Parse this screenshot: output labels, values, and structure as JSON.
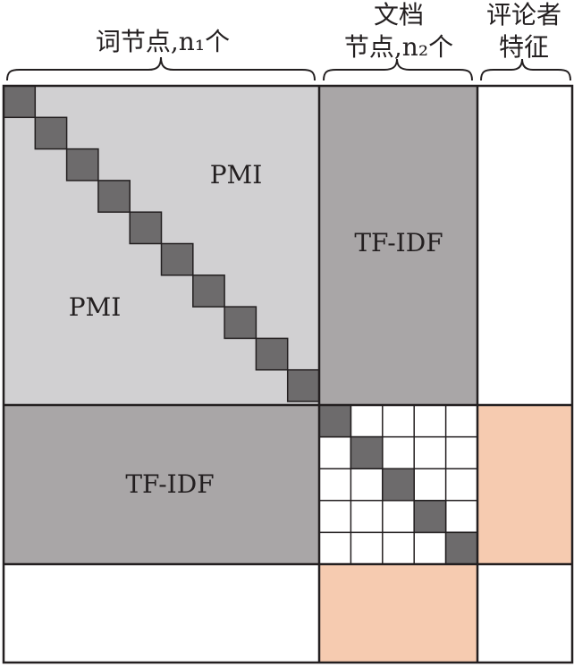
{
  "headers": {
    "word_nodes": "词节点,n₁个",
    "doc_nodes_line1": "文档",
    "doc_nodes_line2": "节点,n₂个",
    "commenter_line1": "评论者",
    "commenter_line2": "特征"
  },
  "blocks": {
    "pmi_upper": "PMI",
    "pmi_lower": "PMI",
    "tfidf_right": "TF-IDF",
    "tfidf_bottom": "TF-IDF"
  },
  "colors": {
    "word_word_block": "#d1d0d2",
    "tfidf_block": "#a9a6a7",
    "diagonal_cell": "#6d6b6c",
    "commenter_feature_block": "#f6cbb0",
    "empty_block": "#ffffff",
    "grid_line": "#231f20"
  },
  "diagonal": {
    "word_block_cells": 10,
    "doc_block_cells": 5
  }
}
